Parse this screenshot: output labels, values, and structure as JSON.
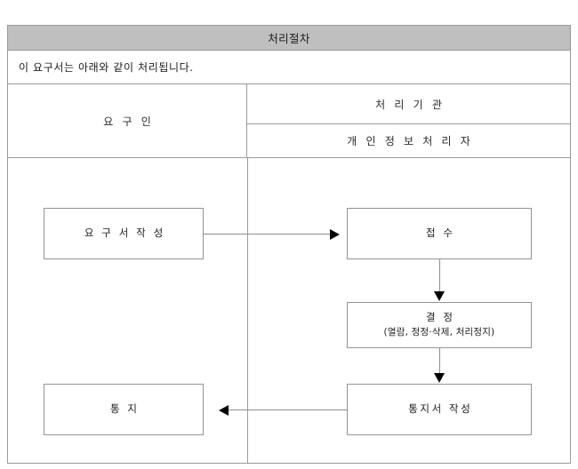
{
  "document": {
    "title": "처리절차",
    "intro": "이 요구서는 아래와 같이 처리됩니다."
  },
  "columns": {
    "left_header": "요 구 인",
    "right_header_top": "처 리 기 관",
    "right_header_bottom": "개 인 정 보 처 리 자"
  },
  "flow": {
    "request": {
      "title": "요 구 서 작 성"
    },
    "receipt": {
      "title": "접 수"
    },
    "decision": {
      "title": "결 정",
      "subtitle": "(열람, 정정·삭제, 처리정지)"
    },
    "notice_document": {
      "title": "통지서 작성"
    },
    "notice": {
      "title": "통 지"
    }
  },
  "connectors": {
    "request_to_receipt": "arrow-right-icon",
    "receipt_to_decision": "arrow-down-icon",
    "decision_to_notice_document": "arrow-down-icon",
    "notice_document_to_notice": "arrow-left-icon"
  },
  "colors": {
    "header_band": "#bfbfbf",
    "table_border": "#9a9a9a",
    "box_border": "#949494",
    "connector": "#8d8d8d",
    "arrow": "#000000",
    "text": "#1d1d1d",
    "background": "#ffffff"
  }
}
